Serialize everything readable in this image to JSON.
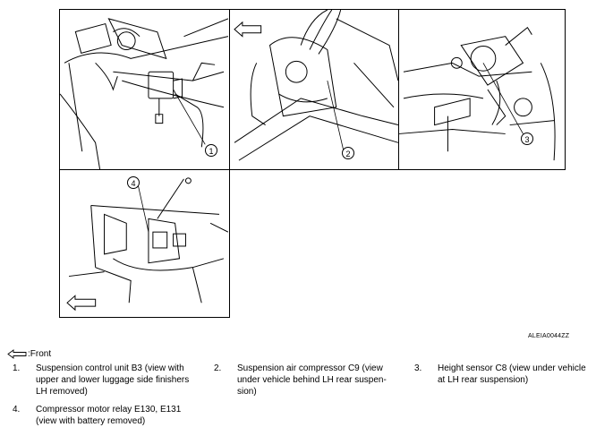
{
  "figure": {
    "callouts": [
      "1",
      "2",
      "3",
      "4"
    ],
    "image_id": "ALEIA0044ZZ",
    "front_legend": ":Front",
    "arrow_icon": "front-arrow-icon"
  },
  "legend": {
    "items": [
      {
        "num": "1.",
        "lines": [
          "Suspension control unit B3 (view with",
          "upper and lower luggage side finishers",
          "LH removed)"
        ]
      },
      {
        "num": "2.",
        "lines": [
          "Suspension air compressor C9 (view",
          "under vehicle behind LH rear suspen-",
          "sion)"
        ]
      },
      {
        "num": "3.",
        "lines": [
          "Height sensor C8 (view under vehicle",
          "at LH rear suspension)"
        ]
      },
      {
        "num": "4.",
        "lines": [
          "Compressor motor relay E130, E131",
          "(view with battery removed)"
        ]
      }
    ]
  }
}
